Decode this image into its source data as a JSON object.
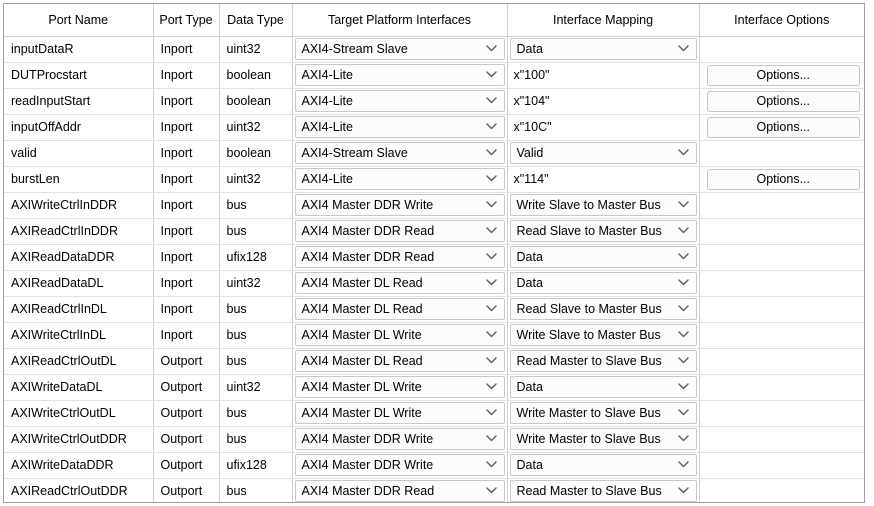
{
  "table": {
    "columns": [
      {
        "key": "port_name",
        "label": "Port Name"
      },
      {
        "key": "port_type",
        "label": "Port Type"
      },
      {
        "key": "data_type",
        "label": "Data Type"
      },
      {
        "key": "target_platform_interfaces",
        "label": "Target Platform Interfaces"
      },
      {
        "key": "interface_mapping",
        "label": "Interface Mapping"
      },
      {
        "key": "interface_options",
        "label": "Interface Options"
      }
    ],
    "options_button_label": "Options...",
    "rows": [
      {
        "port_name": "inputDataR",
        "port_type": "Inport",
        "data_type": "uint32",
        "target": "AXI4-Stream Slave",
        "mapping": "Data",
        "mapping_kind": "combo",
        "options": false
      },
      {
        "port_name": "DUTProcstart",
        "port_type": "Inport",
        "data_type": "boolean",
        "target": "AXI4-Lite",
        "mapping": "x\"100\"",
        "mapping_kind": "edit",
        "options": true
      },
      {
        "port_name": "readInputStart",
        "port_type": "Inport",
        "data_type": "boolean",
        "target": "AXI4-Lite",
        "mapping": "x\"104\"",
        "mapping_kind": "edit",
        "options": true
      },
      {
        "port_name": "inputOffAddr",
        "port_type": "Inport",
        "data_type": "uint32",
        "target": "AXI4-Lite",
        "mapping": "x\"10C\"",
        "mapping_kind": "edit",
        "options": true
      },
      {
        "port_name": "valid",
        "port_type": "Inport",
        "data_type": "boolean",
        "target": "AXI4-Stream Slave",
        "mapping": "Valid",
        "mapping_kind": "combo",
        "options": false
      },
      {
        "port_name": "burstLen",
        "port_type": "Inport",
        "data_type": "uint32",
        "target": "AXI4-Lite",
        "mapping": "x\"114\"",
        "mapping_kind": "edit",
        "options": true
      },
      {
        "port_name": "AXIWriteCtrlInDDR",
        "port_type": "Inport",
        "data_type": "bus",
        "target": "AXI4 Master DDR Write",
        "mapping": "Write Slave to Master Bus",
        "mapping_kind": "combo",
        "options": false
      },
      {
        "port_name": "AXIReadCtrlInDDR",
        "port_type": "Inport",
        "data_type": "bus",
        "target": "AXI4 Master DDR Read",
        "mapping": "Read Slave to Master Bus",
        "mapping_kind": "combo",
        "options": false
      },
      {
        "port_name": "AXIReadDataDDR",
        "port_type": "Inport",
        "data_type": "ufix128",
        "target": "AXI4 Master DDR Read",
        "mapping": "Data",
        "mapping_kind": "combo",
        "options": false
      },
      {
        "port_name": "AXIReadDataDL",
        "port_type": "Inport",
        "data_type": "uint32",
        "target": "AXI4 Master DL Read",
        "mapping": "Data",
        "mapping_kind": "combo",
        "options": false
      },
      {
        "port_name": "AXIReadCtrlInDL",
        "port_type": "Inport",
        "data_type": "bus",
        "target": "AXI4 Master DL Read",
        "mapping": "Read Slave to Master Bus",
        "mapping_kind": "combo",
        "options": false
      },
      {
        "port_name": "AXIWriteCtrlInDL",
        "port_type": "Inport",
        "data_type": "bus",
        "target": "AXI4 Master DL Write",
        "mapping": "Write Slave to Master Bus",
        "mapping_kind": "combo",
        "options": false
      },
      {
        "port_name": "AXIReadCtrlOutDL",
        "port_type": "Outport",
        "data_type": "bus",
        "target": "AXI4 Master DL Read",
        "mapping": "Read Master to Slave Bus",
        "mapping_kind": "combo",
        "options": false
      },
      {
        "port_name": "AXIWriteDataDL",
        "port_type": "Outport",
        "data_type": "uint32",
        "target": "AXI4 Master DL Write",
        "mapping": "Data",
        "mapping_kind": "combo",
        "options": false
      },
      {
        "port_name": "AXIWriteCtrlOutDL",
        "port_type": "Outport",
        "data_type": "bus",
        "target": "AXI4 Master DL Write",
        "mapping": "Write Master to Slave Bus",
        "mapping_kind": "combo",
        "options": false
      },
      {
        "port_name": "AXIWriteCtrlOutDDR",
        "port_type": "Outport",
        "data_type": "bus",
        "target": "AXI4 Master DDR Write",
        "mapping": "Write Master to Slave Bus",
        "mapping_kind": "combo",
        "options": false
      },
      {
        "port_name": "AXIWriteDataDDR",
        "port_type": "Outport",
        "data_type": "ufix128",
        "target": "AXI4 Master DDR Write",
        "mapping": "Data",
        "mapping_kind": "combo",
        "options": false
      },
      {
        "port_name": "AXIReadCtrlOutDDR",
        "port_type": "Outport",
        "data_type": "bus",
        "target": "AXI4 Master DDR Read",
        "mapping": "Read Master to Slave Bus",
        "mapping_kind": "combo",
        "options": false
      }
    ]
  },
  "colors": {
    "grid_line": "#cfcfcf",
    "row_line": "#e2e2e2",
    "control_border": "#c8c8c8",
    "control_fill": "#fcfcfc",
    "panel_border": "#a0a0a0",
    "text": "#000000"
  }
}
